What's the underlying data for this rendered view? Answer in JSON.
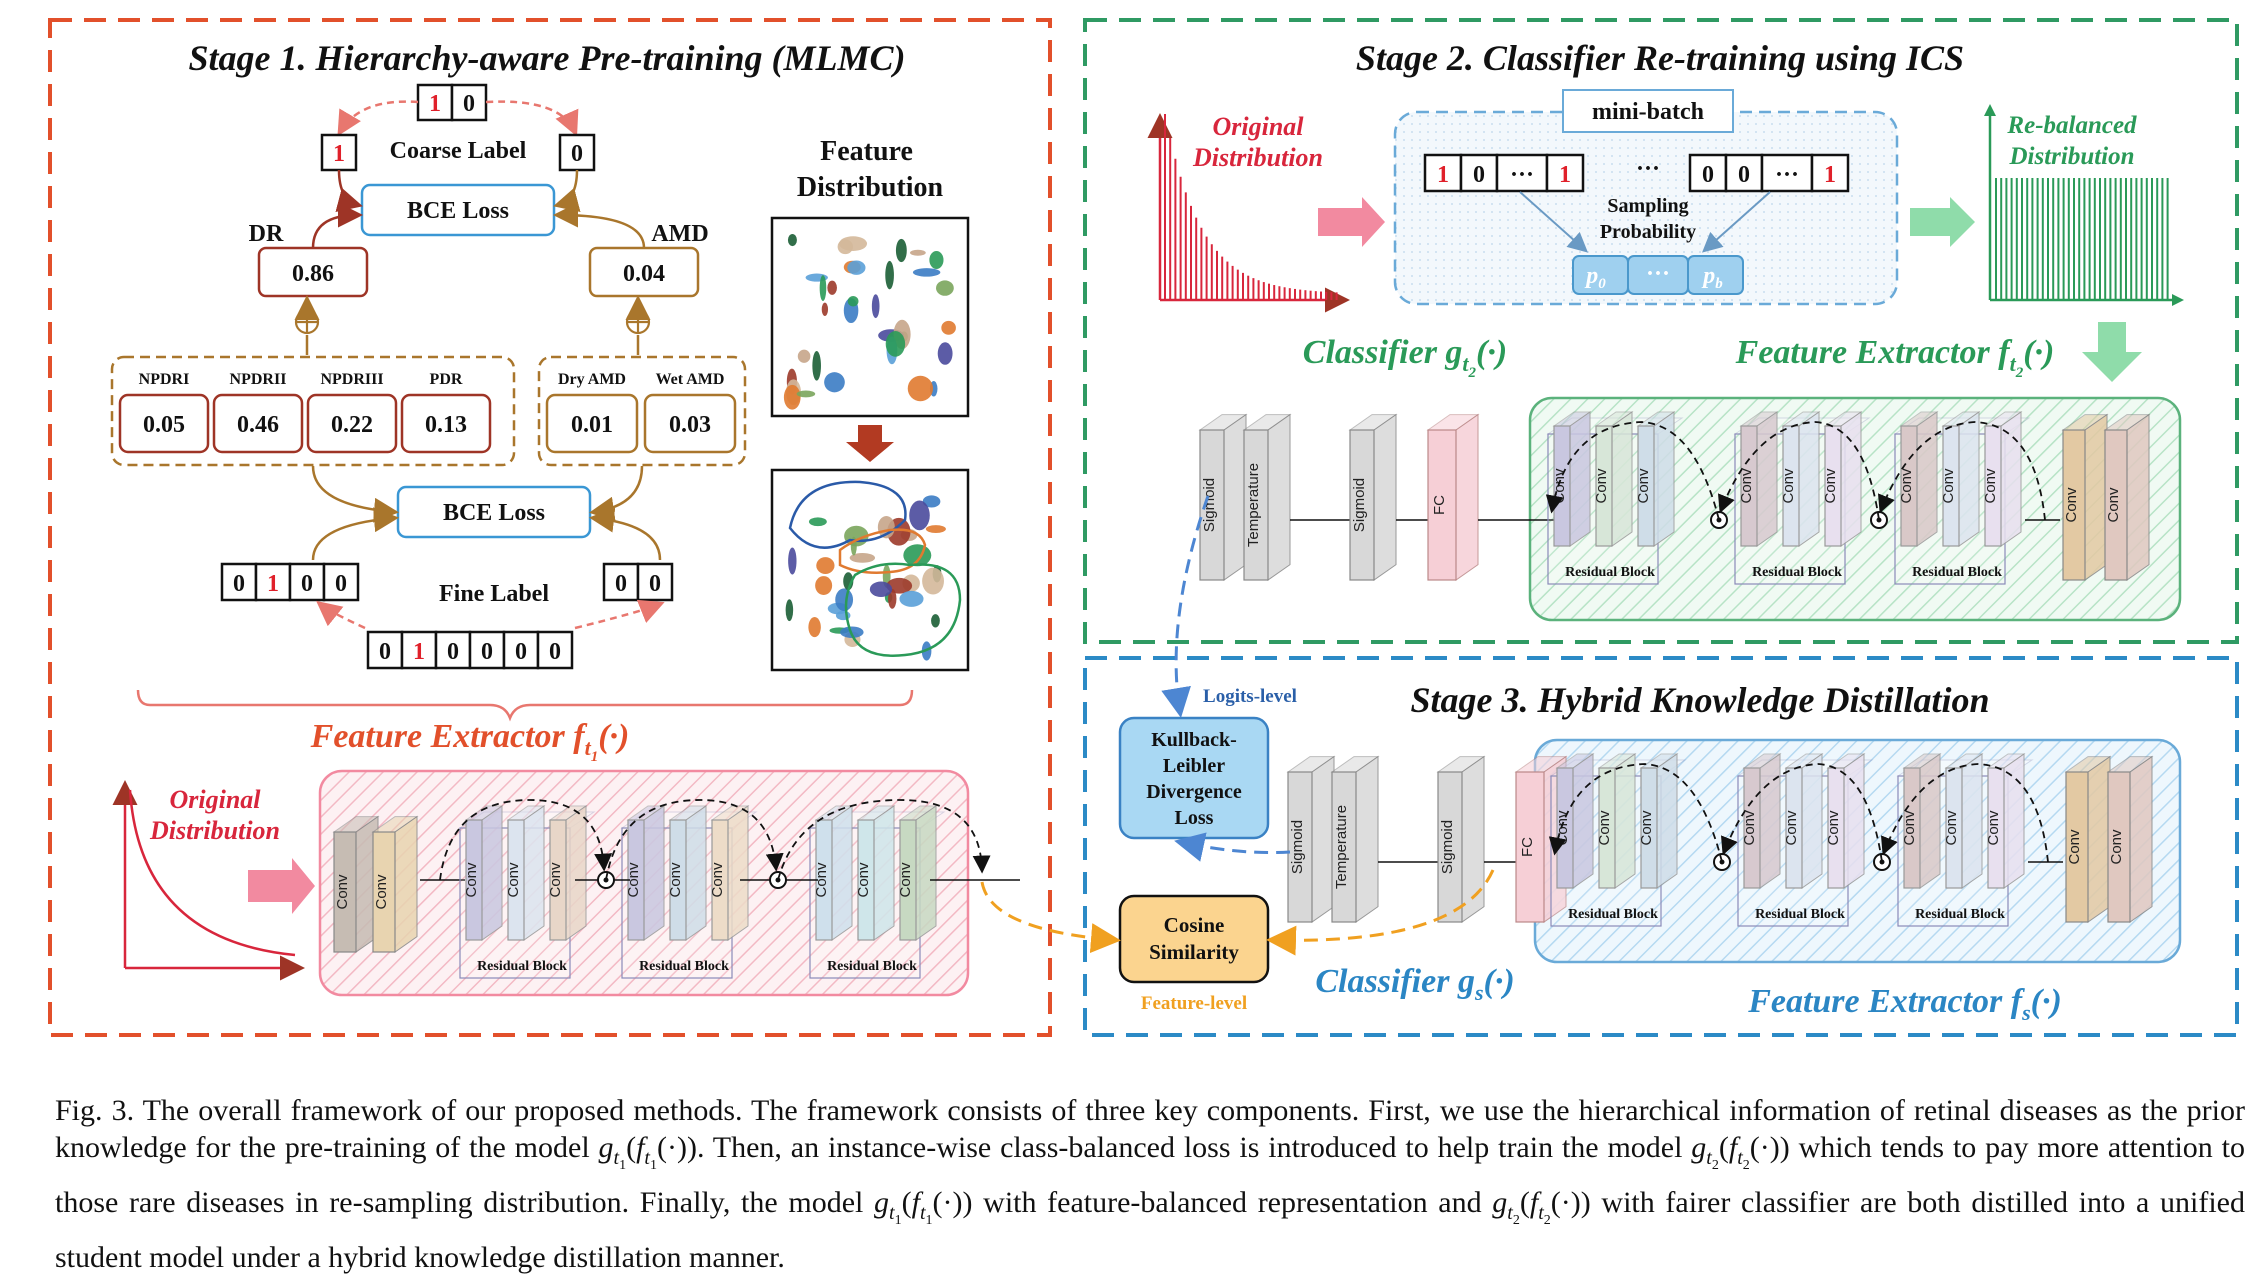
{
  "stage1": {
    "title": "Stage 1. Hierarchy-aware Pre-training (MLMC)",
    "top_code": [
      "1",
      "0"
    ],
    "coarse_left_code": "1",
    "coarse_right_code": "0",
    "coarse_label": "Coarse Label",
    "bce_loss_top": "BCE Loss",
    "bce_loss_bottom": "BCE Loss",
    "dr_label": "DR",
    "amd_label": "AMD",
    "dr_value": "0.86",
    "amd_value": "0.04",
    "dr_subclasses": [
      {
        "name": "NPDRI",
        "value": "0.05"
      },
      {
        "name": "NPDRII",
        "value": "0.46"
      },
      {
        "name": "NPDRIII",
        "value": "0.22"
      },
      {
        "name": "PDR",
        "value": "0.13"
      }
    ],
    "amd_subclasses": [
      {
        "name": "Dry AMD",
        "value": "0.01"
      },
      {
        "name": "Wet AMD",
        "value": "0.03"
      }
    ],
    "fine_left_code": [
      "0",
      "1",
      "0",
      "0"
    ],
    "fine_right_code": [
      "0",
      "0"
    ],
    "fine_label": "Fine Label",
    "fine_full_code": [
      "0",
      "1",
      "0",
      "0",
      "0",
      "0"
    ],
    "feature_distribution": "Feature Distribution",
    "feature_extractor": "Feature Extractor f",
    "original_distribution": "Original Distribution",
    "conv": "Conv",
    "residual_block": "Residual Block"
  },
  "stage2": {
    "title": "Stage 2. Classifier Re-training using ICS",
    "original_distribution": "Original Distribution",
    "rebalanced_distribution": "Re-balanced Distribution",
    "mini_batch": "mini-batch",
    "left_code": [
      "1",
      "0",
      "···",
      "1"
    ],
    "right_code": [
      "0",
      "0",
      "···",
      "1"
    ],
    "sampling_probability": "Sampling Probability",
    "p_first": "p",
    "p_dots": "···",
    "p_last": "p",
    "classifier": "Classifier g",
    "feature_extractor": "Feature Extractor f",
    "sigmoid": "Sigmoid",
    "temperature": "Temperature",
    "fc": "FC",
    "conv": "Conv",
    "residual_block": "Residual Block"
  },
  "stage3": {
    "title": "Stage 3. Hybrid Knowledge Distillation",
    "logits_level": "Logits-level",
    "kl_loss": "Kullback-Leibler Divergence Loss",
    "cosine": "Cosine Similarity",
    "feature_level": "Feature-level",
    "classifier": "Classifier g",
    "feature_extractor": "Feature Extractor f",
    "sigmoid": "Sigmoid",
    "temperature": "Temperature",
    "fc": "FC",
    "conv": "Conv",
    "residual_block": "Residual Block"
  },
  "caption": "Fig. 3.  The overall framework of our proposed methods. The framework consists of three key components. First, we use the hierarchical information of retinal diseases as the prior knowledge for the pre-training of the model g_t1(f_t1(·)). Then, an instance-wise class-balanced loss is introduced to help train the model g_t2(f_t2(·)) which tends to pay more attention to those rare diseases in re-sampling distribution. Finally, the model g_t1(f_t1(·)) with feature-balanced representation and g_t2(f_t2(·)) with fairer classifier are both distilled into a unified student model under a hybrid knowledge distillation manner.",
  "colors": {
    "stage1_border": "#e2502b",
    "stage2_border": "#2f9a63",
    "stage3_border": "#2b8ac6",
    "dr_branch": "#9e3426",
    "amd_branch": "#a9762c",
    "bce_box": "#3a97d4",
    "red_text": "#d8263c",
    "green_text": "#2a9a58",
    "blue_text": "#2b86c4",
    "orange_arrow": "#f0a020"
  }
}
